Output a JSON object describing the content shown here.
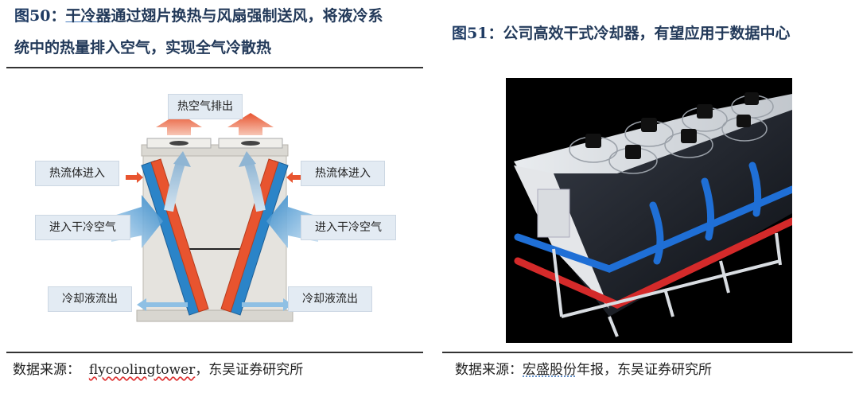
{
  "left": {
    "fig_num": "图50",
    "title_colon": "：",
    "title_underlined": "干冷器",
    "title_rest_line1": "通过翅片换热与风扇强制送风，将液冷系",
    "title_line2": "统中的热量排入空气，实现全气冷散热",
    "labels": {
      "hot_air_out": "热空气排出",
      "hot_fluid_in_left": "热流体进入",
      "hot_fluid_in_right": "热流体进入",
      "dry_air_in_left": "进入干冷空气",
      "dry_air_in_right": "进入干冷空气",
      "cold_fluid_out_left": "冷却液流出",
      "cold_fluid_out_right": "冷却液流出"
    },
    "source_prefix": "数据来源：  ",
    "source_link": "flycoolingtower",
    "source_suffix": "，东吴证券研究所"
  },
  "right": {
    "fig_num": "图51",
    "title_colon": "：",
    "title_text": "公司高效干式冷却器，有望应用于数据中心",
    "source_prefix": "数据来源：",
    "source_company": "宏盛股份",
    "source_suffix": "年报，东吴证券研究所"
  },
  "colors": {
    "title": "#233a5a",
    "hot_pipe": "#e8542f",
    "cold_pipe": "#2b84c8",
    "label_bg": "#e3ebf3"
  }
}
